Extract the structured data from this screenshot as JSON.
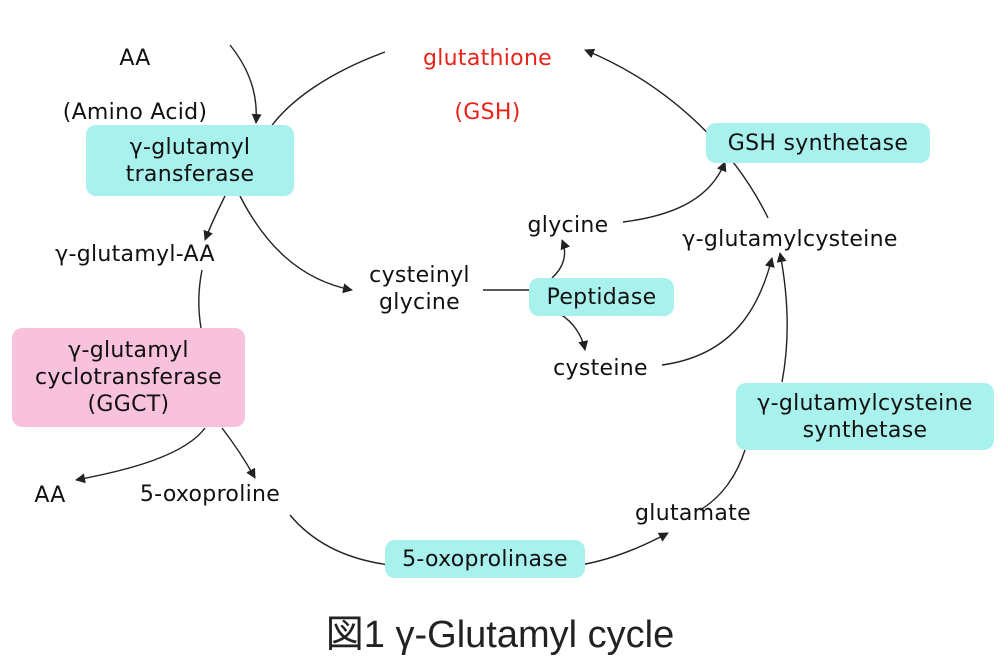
{
  "colors": {
    "enzyme_fill": "#a8f1ec",
    "ggct_fill": "#f8c2dc",
    "product_text": "#e8231a",
    "line": "#222222"
  },
  "product": {
    "name": "glutathione",
    "abbr": "(GSH)"
  },
  "inputs": {
    "amino_acid": {
      "short": "AA",
      "full": "(Amino Acid)"
    }
  },
  "enzymes": {
    "ggt": "γ-glutamyl\ntransferase",
    "ggct": "γ-glutamyl\ncyclotransferase\n(GGCT)",
    "oxoprolinase": "5-oxoprolinase",
    "gcs": "γ-glutamylcysteine\nsynthetase",
    "gshs": "GSH synthetase",
    "peptidase": "Peptidase"
  },
  "metabolites": {
    "glutamyl_aa": "γ-glutamyl-AA",
    "aa_out": "AA",
    "oxoproline": "5-oxoproline",
    "glutamate": "glutamate",
    "glutamylcysteine": "γ-glutamylcysteine",
    "cysteinyl_glycine": "cysteinyl\nglycine",
    "glycine": "glycine",
    "cysteine": "cysteine"
  },
  "caption": "図1   γ-Glutamyl cycle"
}
